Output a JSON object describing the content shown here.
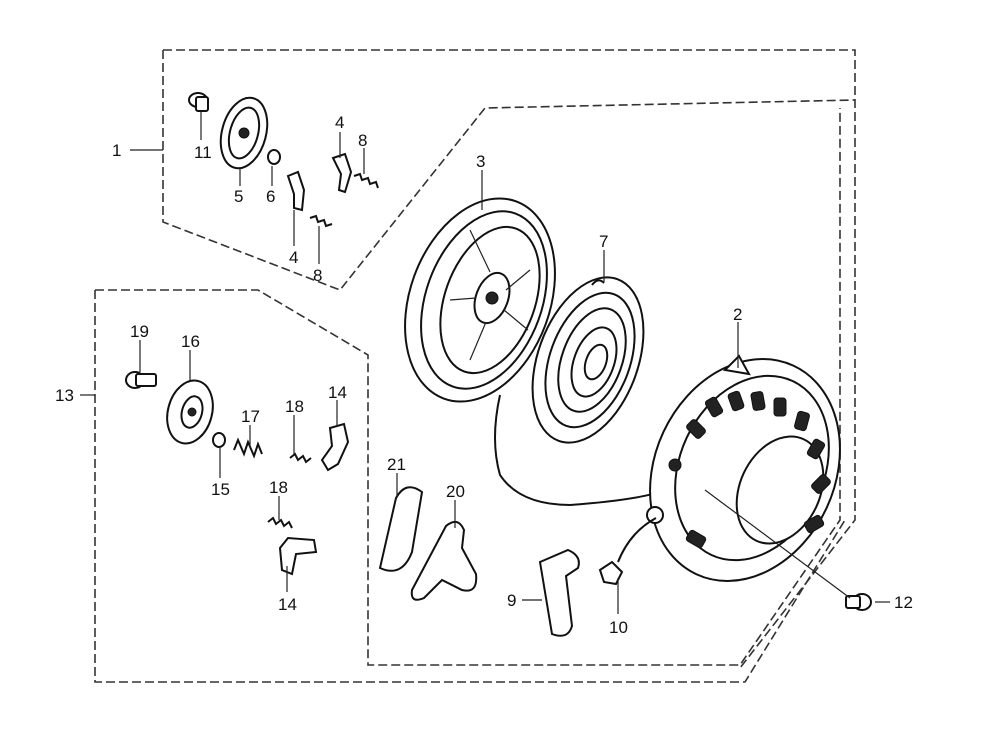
{
  "diagram": {
    "type": "exploded-parts-diagram",
    "palette": {
      "line": "#111111",
      "background": "#ffffff"
    },
    "callouts": [
      {
        "id": "c1",
        "text": "1"
      },
      {
        "id": "c11",
        "text": "11"
      },
      {
        "id": "c5",
        "text": "5"
      },
      {
        "id": "c6",
        "text": "6"
      },
      {
        "id": "c4a",
        "text": "4"
      },
      {
        "id": "c8a",
        "text": "8"
      },
      {
        "id": "c4b",
        "text": "4"
      },
      {
        "id": "c8b",
        "text": "8"
      },
      {
        "id": "c3",
        "text": "3"
      },
      {
        "id": "c7",
        "text": "7"
      },
      {
        "id": "c2",
        "text": "2"
      },
      {
        "id": "c19",
        "text": "19"
      },
      {
        "id": "c16",
        "text": "16"
      },
      {
        "id": "c13",
        "text": "13"
      },
      {
        "id": "c17",
        "text": "17"
      },
      {
        "id": "c18a",
        "text": "18"
      },
      {
        "id": "c14a",
        "text": "14"
      },
      {
        "id": "c15",
        "text": "15"
      },
      {
        "id": "c18b",
        "text": "18"
      },
      {
        "id": "c14b",
        "text": "14"
      },
      {
        "id": "c21",
        "text": "21"
      },
      {
        "id": "c20",
        "text": "20"
      },
      {
        "id": "c9",
        "text": "9"
      },
      {
        "id": "c10",
        "text": "10"
      },
      {
        "id": "c12",
        "text": "12"
      }
    ]
  }
}
